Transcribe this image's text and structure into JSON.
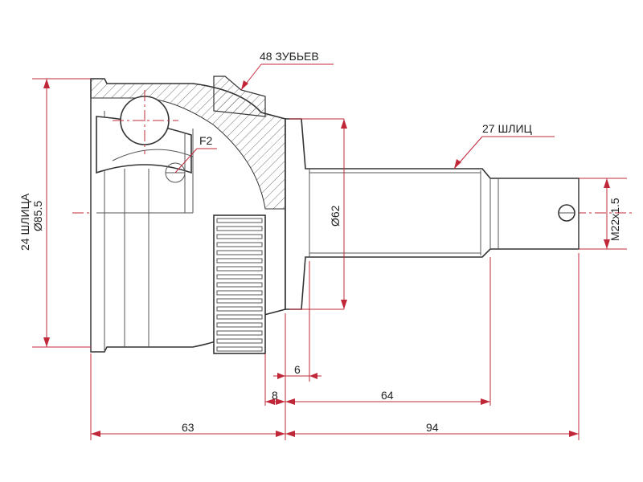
{
  "labels": {
    "teeth": "48 ЗУБЬЕВ",
    "shaft_splines": "27 ШЛИЦ",
    "housing_splines": "24 ШЛИЦА",
    "outer_diameter": "Ø85.5",
    "f2": "F2",
    "shaft_diameter": "Ø62",
    "thread": "M22x1.5",
    "dim_6": "6",
    "dim_8": "8",
    "dim_64": "64",
    "dim_63": "63",
    "dim_94": "94"
  },
  "colors": {
    "dimension": "#c0283a",
    "outline": "#333333"
  }
}
